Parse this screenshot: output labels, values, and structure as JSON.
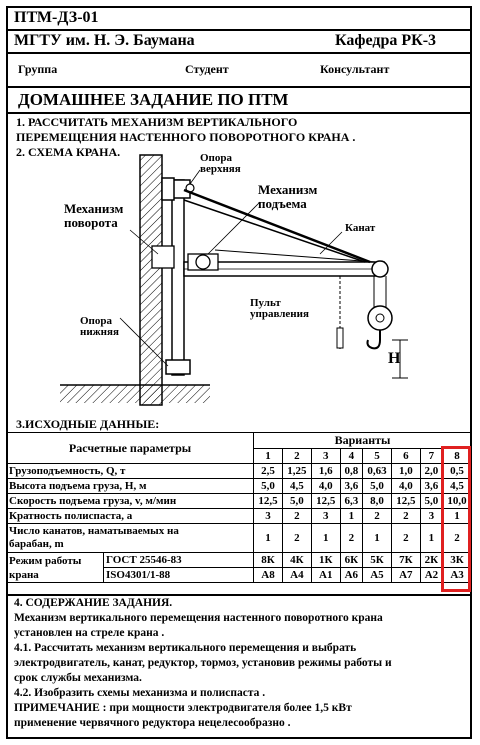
{
  "header": {
    "code": "ПТМ-ДЗ-01",
    "university": "МГТУ им. Н. Э. Баумана",
    "department": "Кафедра РК-3",
    "group_label": "Группа",
    "student_label": "Студент",
    "consultant_label": "Консультант"
  },
  "title": "ДОМАШНЕЕ ЗАДАНИЕ ПО ПТМ",
  "task": {
    "line1": "1. РАССЧИТАТЬ МЕХАНИЗМ ВЕРТИКАЛЬНОГО",
    "line2": "ПЕРЕМЕЩЕНИЯ НАСТЕННОГО   ПОВОРОТНОГО КРАНА .",
    "line3": "2. СХЕМА КРАНА."
  },
  "diagram": {
    "upper_support": [
      "Опора",
      "верхняя"
    ],
    "lift_mechanism": [
      "Механизм",
      "подъема"
    ],
    "rotation_mechanism": [
      "Механизм",
      "поворота"
    ],
    "rope": "Канат",
    "control_panel": [
      "Пульт",
      "управления"
    ],
    "lower_support": [
      "Опора",
      "нижняя"
    ],
    "height_label": "H"
  },
  "data_section_title": "3.ИСХОДНЫЕ ДАННЫЕ:",
  "table": {
    "param_header": "Расчетные параметры",
    "variants_header": "Варианты",
    "variants": [
      "1",
      "2",
      "3",
      "4",
      "5",
      "6",
      "7",
      "8"
    ],
    "rows": [
      {
        "label": "Грузоподъемность, Q, т",
        "values": [
          "2,5",
          "1,25",
          "1,6",
          "0,8",
          "0,63",
          "1,0",
          "2,0",
          "0,5"
        ]
      },
      {
        "label": "Высота подъема груза, H, м",
        "values": [
          "5,0",
          "4,5",
          "4,0",
          "3,6",
          "5,0",
          "4,0",
          "3,6",
          "4,5"
        ]
      },
      {
        "label": "Скорость подъема груза, v, м/мин",
        "values": [
          "12,5",
          "5,0",
          "12,5",
          "6,3",
          "8,0",
          "12,5",
          "5,0",
          "10,0"
        ]
      },
      {
        "label": "Кратность полиспаста, a",
        "values": [
          "3",
          "2",
          "3",
          "1",
          "2",
          "2",
          "3",
          "1"
        ]
      },
      {
        "label1": "Число канатов, наматываемых на",
        "label2": "барабан, m",
        "values": [
          "1",
          "2",
          "1",
          "2",
          "1",
          "2",
          "1",
          "2"
        ]
      }
    ],
    "mode_label1": "Режим работы",
    "mode_label2": "крана",
    "gost_label": "ГОСТ 25546-83",
    "iso_label": "ISO4301/1-88",
    "gost_values": [
      "8К",
      "4К",
      "1К",
      "6К",
      "5К",
      "7К",
      "2К",
      "3К"
    ],
    "iso_values": [
      "А8",
      "А4",
      "А1",
      "А6",
      "А5",
      "А7",
      "А2",
      "А3"
    ]
  },
  "content": {
    "heading": "4. СОДЕРЖАНИЕ ЗАДАНИЯ.",
    "p1a": " Механизм вертикального перемещения  настенного поворотного крана",
    "p1b": "установлен на стреле крана .",
    "p2a": "4.1. Рассчитать механизм вертикального перемещения и выбрать",
    "p2b": "электродвигатель, канат, редуктор, тормоз, установив режимы работы и",
    "p2c": "срок службы механизма.",
    "p3": "4.2. Изобразить схемы механизма и полиспаста .",
    "p4a": "ПРИМЕЧАНИЕ :  при мощности электродвигателя более  1,5 кВт",
    "p4b": "применение червячного редуктора нецелесообразно ."
  }
}
